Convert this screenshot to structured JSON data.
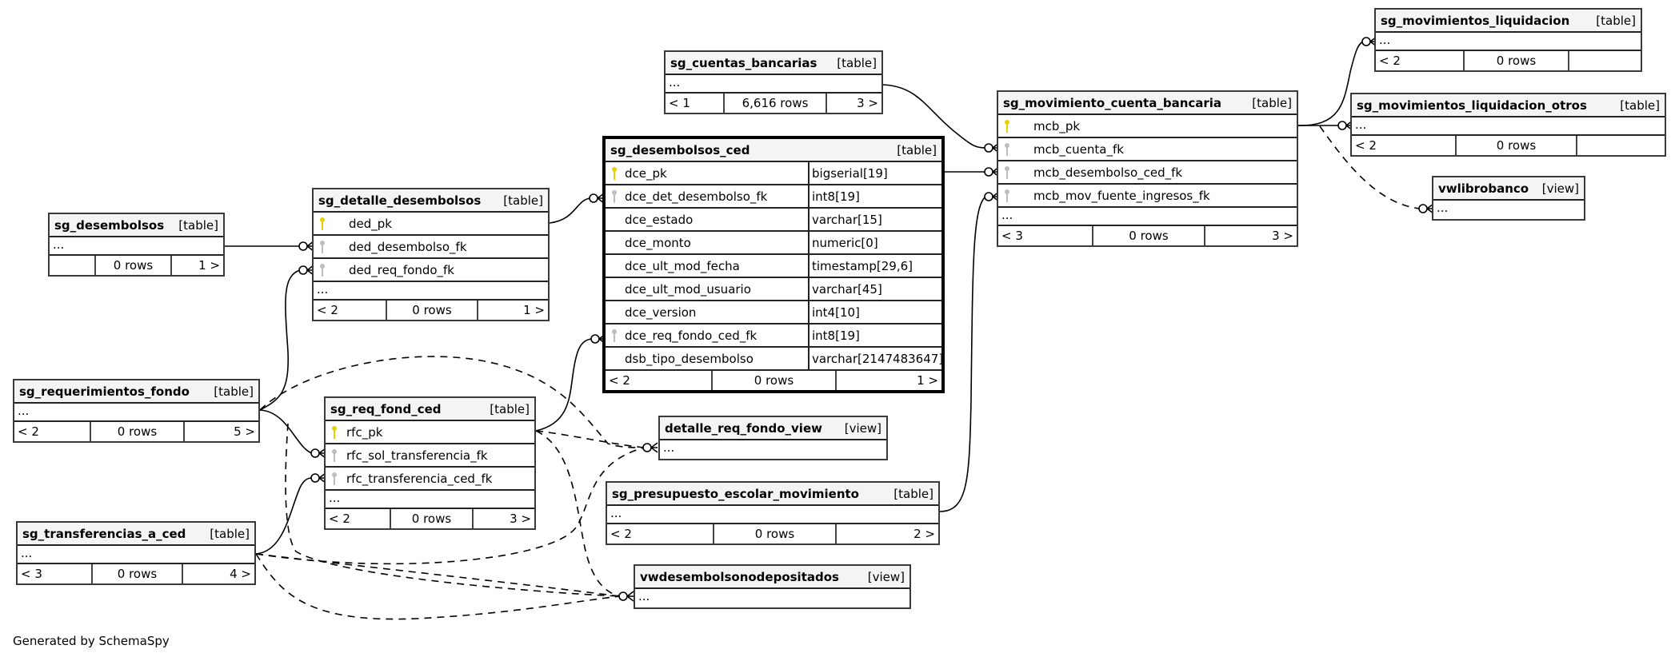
{
  "credit": "Generated by SchemaSpy",
  "colors": {
    "pk_key": "#e6d200",
    "fk_key": "#bdbdbd",
    "header_bg": "#f4f4f4"
  },
  "tables": {
    "sg_desembolsos": {
      "name": "sg_desembolsos",
      "kind": "[table]",
      "more": "...",
      "parents": "",
      "rows": "0 rows",
      "children": "1 >"
    },
    "sg_detalle_desembolsos": {
      "name": "sg_detalle_desembolsos",
      "kind": "[table]",
      "columns": [
        {
          "name": "ded_pk",
          "key": "pk"
        },
        {
          "name": "ded_desembolso_fk",
          "key": "fk"
        },
        {
          "name": "ded_req_fondo_fk",
          "key": "fk"
        }
      ],
      "more": "...",
      "parents": "< 2",
      "rows": "0 rows",
      "children": "1 >"
    },
    "sg_desembolsos_ced": {
      "name": "sg_desembolsos_ced",
      "kind": "[table]",
      "columns": [
        {
          "name": "dce_pk",
          "type": "bigserial[19]",
          "key": "pk"
        },
        {
          "name": "dce_det_desembolso_fk",
          "type": "int8[19]",
          "key": "fk"
        },
        {
          "name": "dce_estado",
          "type": "varchar[15]",
          "key": ""
        },
        {
          "name": "dce_monto",
          "type": "numeric[0]",
          "key": ""
        },
        {
          "name": "dce_ult_mod_fecha",
          "type": "timestamp[29,6]",
          "key": ""
        },
        {
          "name": "dce_ult_mod_usuario",
          "type": "varchar[45]",
          "key": ""
        },
        {
          "name": "dce_version",
          "type": "int4[10]",
          "key": ""
        },
        {
          "name": "dce_req_fondo_ced_fk",
          "type": "int8[19]",
          "key": "fk"
        },
        {
          "name": "dsb_tipo_desembolso",
          "type": "varchar[2147483647]",
          "key": ""
        }
      ],
      "parents": "< 2",
      "rows": "0 rows",
      "children": "1 >"
    },
    "sg_cuentas_bancarias": {
      "name": "sg_cuentas_bancarias",
      "kind": "[table]",
      "more": "...",
      "parents": "< 1",
      "rows": "6,616 rows",
      "children": "3 >"
    },
    "sg_movimiento_cuenta_bancaria": {
      "name": "sg_movimiento_cuenta_bancaria",
      "kind": "[table]",
      "columns": [
        {
          "name": "mcb_pk",
          "key": "pk"
        },
        {
          "name": "mcb_cuenta_fk",
          "key": "fk"
        },
        {
          "name": "mcb_desembolso_ced_fk",
          "key": "fk"
        },
        {
          "name": "mcb_mov_fuente_ingresos_fk",
          "key": "fk"
        }
      ],
      "more": "...",
      "parents": "< 3",
      "rows": "0 rows",
      "children": "3 >"
    },
    "sg_movimientos_liquidacion": {
      "name": "sg_movimientos_liquidacion",
      "kind": "[table]",
      "more": "...",
      "parents": "< 2",
      "rows": "0 rows",
      "children": ""
    },
    "sg_movimientos_liquidacion_otros": {
      "name": "sg_movimientos_liquidacion_otros",
      "kind": "[table]",
      "more": "...",
      "parents": "< 2",
      "rows": "0 rows",
      "children": ""
    },
    "vwlibrobanco": {
      "name": "vwlibrobanco",
      "kind": "[view]",
      "more": "..."
    },
    "sg_requerimientos_fondo": {
      "name": "sg_requerimientos_fondo",
      "kind": "[table]",
      "more": "...",
      "parents": "< 2",
      "rows": "0 rows",
      "children": "5 >"
    },
    "sg_req_fond_ced": {
      "name": "sg_req_fond_ced",
      "kind": "[table]",
      "columns": [
        {
          "name": "rfc_pk",
          "key": "pk"
        },
        {
          "name": "rfc_sol_transferencia_fk",
          "key": "fk"
        },
        {
          "name": "rfc_transferencia_ced_fk",
          "key": "fk"
        }
      ],
      "more": "...",
      "parents": "< 2",
      "rows": "0 rows",
      "children": "3 >"
    },
    "detalle_req_fondo_view": {
      "name": "detalle_req_fondo_view",
      "kind": "[view]",
      "more": "..."
    },
    "sg_presupuesto_escolar_movimiento": {
      "name": "sg_presupuesto_escolar_movimiento",
      "kind": "[table]",
      "more": "...",
      "parents": "< 2",
      "rows": "0 rows",
      "children": "2 >"
    },
    "sg_transferencias_a_ced": {
      "name": "sg_transferencias_a_ced",
      "kind": "[table]",
      "more": "...",
      "parents": "< 3",
      "rows": "0 rows",
      "children": "4 >"
    },
    "vwdesembolsonodepositados": {
      "name": "vwdesembolsonodepositados",
      "kind": "[view]",
      "more": "..."
    }
  }
}
